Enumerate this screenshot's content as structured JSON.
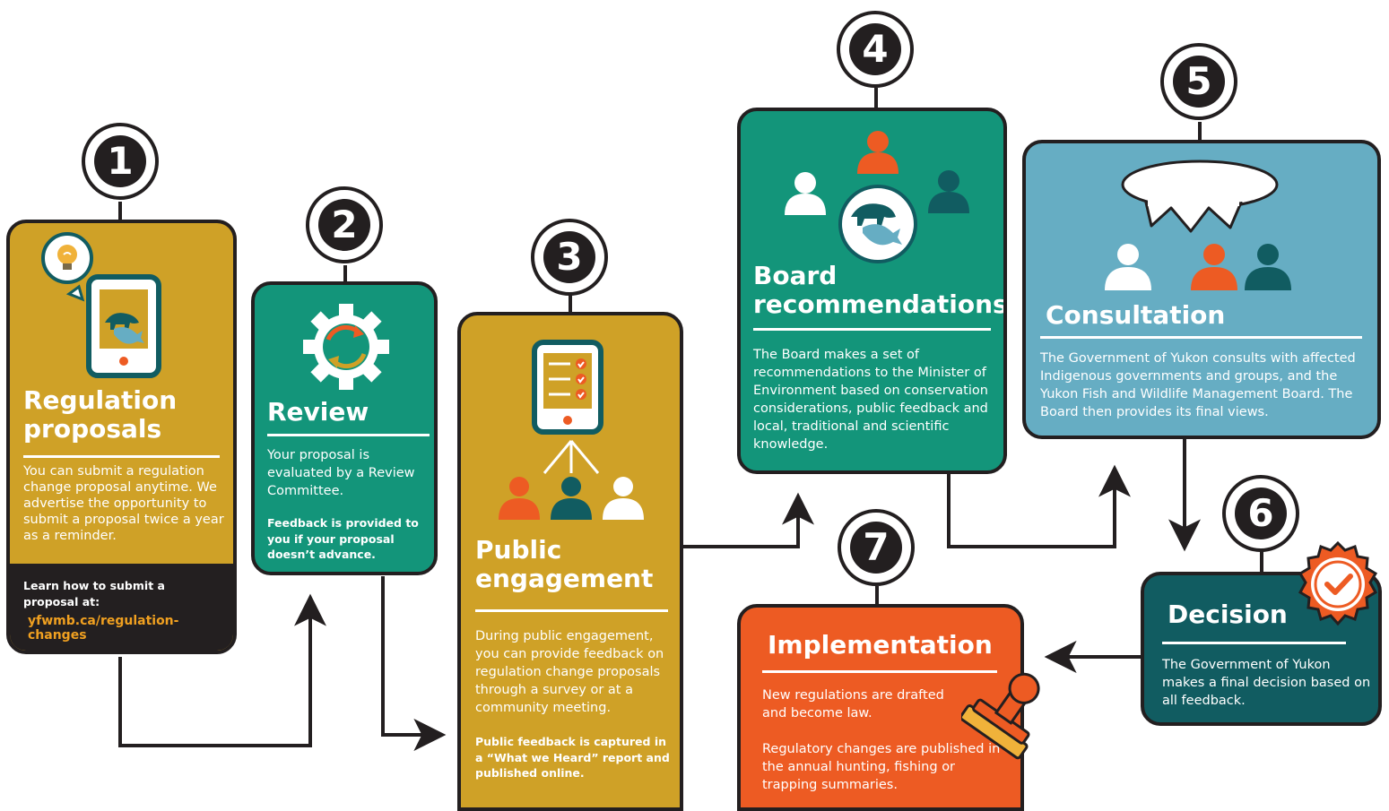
{
  "steps": [
    {
      "number": "1",
      "title": "Regulation proposals",
      "description": "You can submit a regulation change proposal anytime. We advertise the opportunity to submit a proposal twice a year as a reminder.",
      "footer_label": "Learn how to submit a proposal at:",
      "footer_link": "yfwmb.ca/regulation-changes"
    },
    {
      "number": "2",
      "title": "Review",
      "description": "Your proposal is evaluated by a Review Committee.",
      "note": "Feedback is provided to you if your proposal doesn’t advance."
    },
    {
      "number": "3",
      "title": "Public engagement",
      "description": "During public engagement, you can provide feedback on regulation change proposals through a survey or at a community meeting.",
      "note": "Public feedback is captured in a “What we Heard” report and published online."
    },
    {
      "number": "4",
      "title": "Board recommendations",
      "description": "The Board makes a set of recommendations to the Minister of Environment based on conservation considerations, public feedback and local, traditional and scientific knowledge."
    },
    {
      "number": "5",
      "title": "Consultation",
      "description": "The Government of Yukon consults with affected Indigenous governments and groups, and the Yukon Fish and Wildlife Management Board. The Board then provides its final views."
    },
    {
      "number": "6",
      "title": "Decision",
      "description": "The Government of Yukon makes a final decision based on all feedback."
    },
    {
      "number": "7",
      "title": "Implementation",
      "description": "New regulations are drafted and become law.",
      "note": "Regulatory changes are published in the annual hunting, fishing or trapping summaries."
    }
  ],
  "icons": [
    "lightbulb-icon",
    "phone-icon",
    "bear-fish-icon",
    "gear-cycle-icon",
    "checklist-phone-icon",
    "people-icon",
    "speech-bubble-icon",
    "approval-seal-icon",
    "stamp-icon"
  ],
  "colors": {
    "gold": "#cfa127",
    "teal": "#13957a",
    "blue": "#66adc3",
    "dark_teal": "#115c61",
    "orange": "#ed5b23",
    "outline": "#231f20",
    "link": "#f0a020"
  }
}
